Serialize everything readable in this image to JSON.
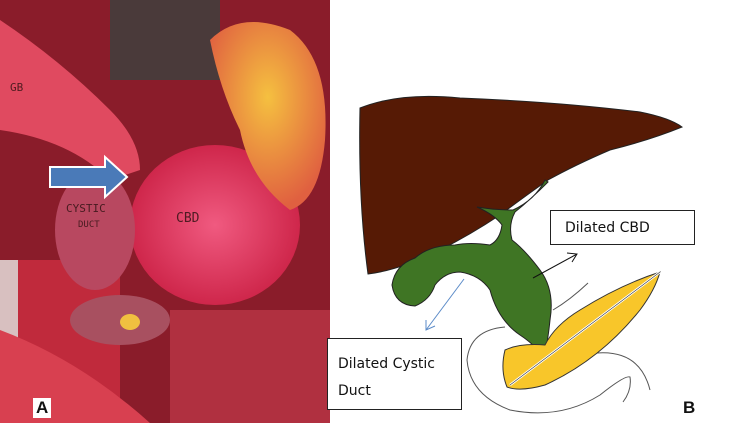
{
  "panel_a": {
    "letter": "A",
    "annotations": {
      "gb": "GB",
      "cystic_line1": "CYSTIC",
      "cystic_line2": "DUCT",
      "cbd": "CBD"
    },
    "arrow_color": "#4a7ab8"
  },
  "panel_b": {
    "letter": "B",
    "labels": {
      "cbd": "Dilated CBD",
      "cystic_line1": "Dilated Cystic",
      "cystic_line2": "Duct"
    },
    "colors": {
      "liver": "#561a05",
      "biliary": "#3f7524",
      "pancreas": "#f8c62a",
      "cystic_arrow": "#5b8bc8"
    }
  }
}
